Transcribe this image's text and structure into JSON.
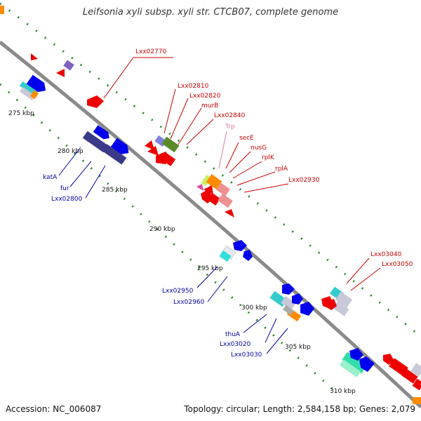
{
  "title": "Leifsonia xyli subsp. xyli str. CTCB07, complete genome",
  "accession": "Accession: NC_006087",
  "summary": "Topology: circular; Length: 2,584,158 bp; Genes: 2,079",
  "kbp_labels": [
    "275 kbp",
    "280 kbp",
    "285 kbp",
    "290 kbp",
    "295 kbp",
    "300 kbp",
    "305 kbp",
    "310 kbp"
  ],
  "gene_labels_top": [
    "Lxx02770",
    "Lxx02810",
    "Lxx02820",
    "murB",
    "Lxx02840",
    "Trp",
    "secE",
    "nusG",
    "rplK",
    "rplA",
    "Lxx02930",
    "Lxx03040",
    "Lxx03050"
  ],
  "gene_labels_bottom": [
    "katA",
    "fur",
    "Lxx02800",
    "Lxx02950",
    "Lxx02960",
    "thuA",
    "Lxx03020",
    "Lxx03030"
  ],
  "colors": {
    "axis": "#8a8a8a",
    "tick": "#2a8a2a",
    "forward_label": "#cc0000",
    "reverse_label": "#0000aa",
    "trp_label": "#e377a3"
  }
}
